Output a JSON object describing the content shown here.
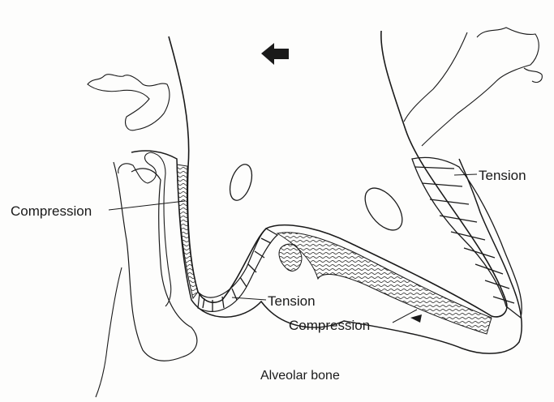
{
  "labels": {
    "compression_left": "Compression",
    "tension_right": "Tension",
    "tension_middle": "Tension",
    "compression_bottom": "Compression",
    "alveolar_bone": "Alveolar bone"
  },
  "arrow": {
    "direction": "left",
    "meaning": "direction of tooth movement"
  },
  "colors": {
    "ink": "#1a1a1a",
    "paper": "#fdfdfc"
  }
}
